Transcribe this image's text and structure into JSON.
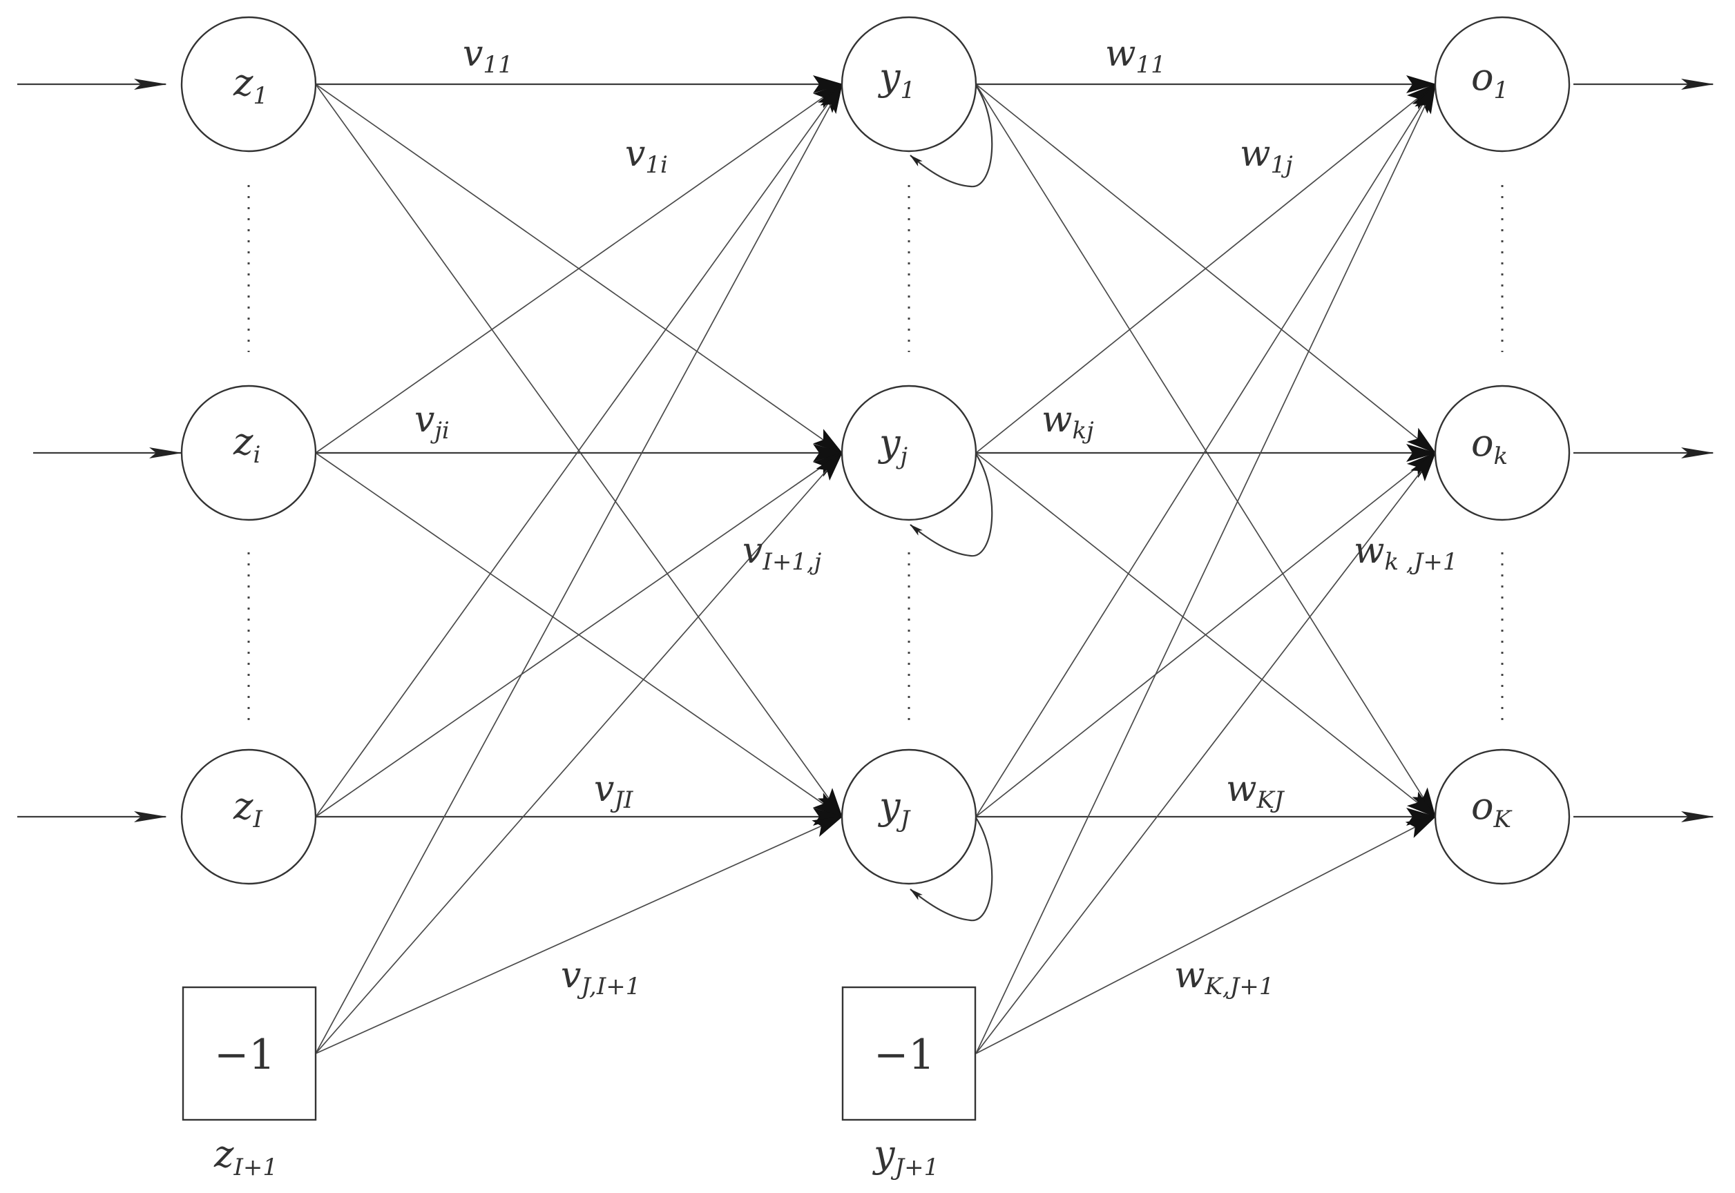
{
  "input_layer": {
    "nodes": [
      {
        "var": "z",
        "sub": "1"
      },
      {
        "var": "z",
        "sub": "i"
      },
      {
        "var": "z",
        "sub": "I"
      }
    ],
    "bias": {
      "value": "−1",
      "var": "z",
      "sub": "I+1"
    }
  },
  "hidden_layer": {
    "nodes": [
      {
        "var": "y",
        "sub": "1"
      },
      {
        "var": "y",
        "sub": "j"
      },
      {
        "var": "y",
        "sub": "J"
      }
    ],
    "bias": {
      "value": "−1",
      "var": "y",
      "sub": "J+1"
    }
  },
  "output_layer": {
    "nodes": [
      {
        "var": "o",
        "sub": "1"
      },
      {
        "var": "o",
        "sub": "k"
      },
      {
        "var": "o",
        "sub": "K"
      }
    ]
  },
  "weight_labels": [
    {
      "var": "v",
      "sub": "11"
    },
    {
      "var": "v",
      "sub": "1i"
    },
    {
      "var": "v",
      "sub": "ji"
    },
    {
      "var": "v",
      "sub": "I+1,j"
    },
    {
      "var": "v",
      "sub": "JI"
    },
    {
      "var": "v",
      "sub": "J,I+1"
    },
    {
      "var": "w",
      "sub": "11"
    },
    {
      "var": "w",
      "sub": "1j"
    },
    {
      "var": "w",
      "sub": "kj"
    },
    {
      "var": "w",
      "sub": "k ,J+1"
    },
    {
      "var": "w",
      "sub": "KJ"
    },
    {
      "var": "w",
      "sub": "K,J+1"
    }
  ]
}
